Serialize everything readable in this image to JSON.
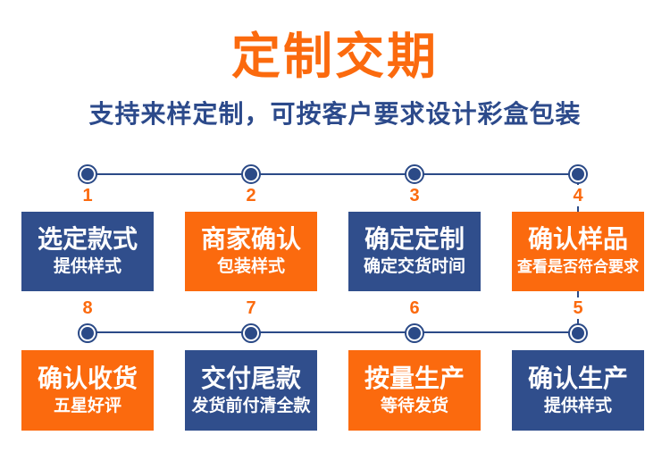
{
  "header": {
    "title": "定制交期",
    "subtitle": "支持来样定制，可按客户要求设计彩盒包装"
  },
  "colors": {
    "accent_orange": "#fb6a0e",
    "accent_blue": "#304e8c",
    "line_blue": "#2b4a87",
    "card_text": "#ffffff",
    "background": "#ffffff"
  },
  "steps": [
    {
      "number": "1",
      "title": "选定款式",
      "subtitle": "提供样式",
      "color": "blue"
    },
    {
      "number": "2",
      "title": "商家确认",
      "subtitle": "包装样式",
      "color": "orange"
    },
    {
      "number": "3",
      "title": "确定定制",
      "subtitle": "确定交货时间",
      "color": "blue"
    },
    {
      "number": "4",
      "title": "确认样品",
      "subtitle": "查看是否符合要求",
      "color": "orange"
    },
    {
      "number": "5",
      "title": "确认生产",
      "subtitle": "提供样式",
      "color": "blue"
    },
    {
      "number": "6",
      "title": "按量生产",
      "subtitle": "等待发货",
      "color": "orange"
    },
    {
      "number": "7",
      "title": "交付尾款",
      "subtitle": "发货前付清全款",
      "color": "blue"
    },
    {
      "number": "8",
      "title": "确认收货",
      "subtitle": "五星好评",
      "color": "orange"
    }
  ],
  "layout_note": {
    "row1_order": "1,2,3,4 left to right",
    "row2_order": "8,7,6,5 left to right"
  }
}
